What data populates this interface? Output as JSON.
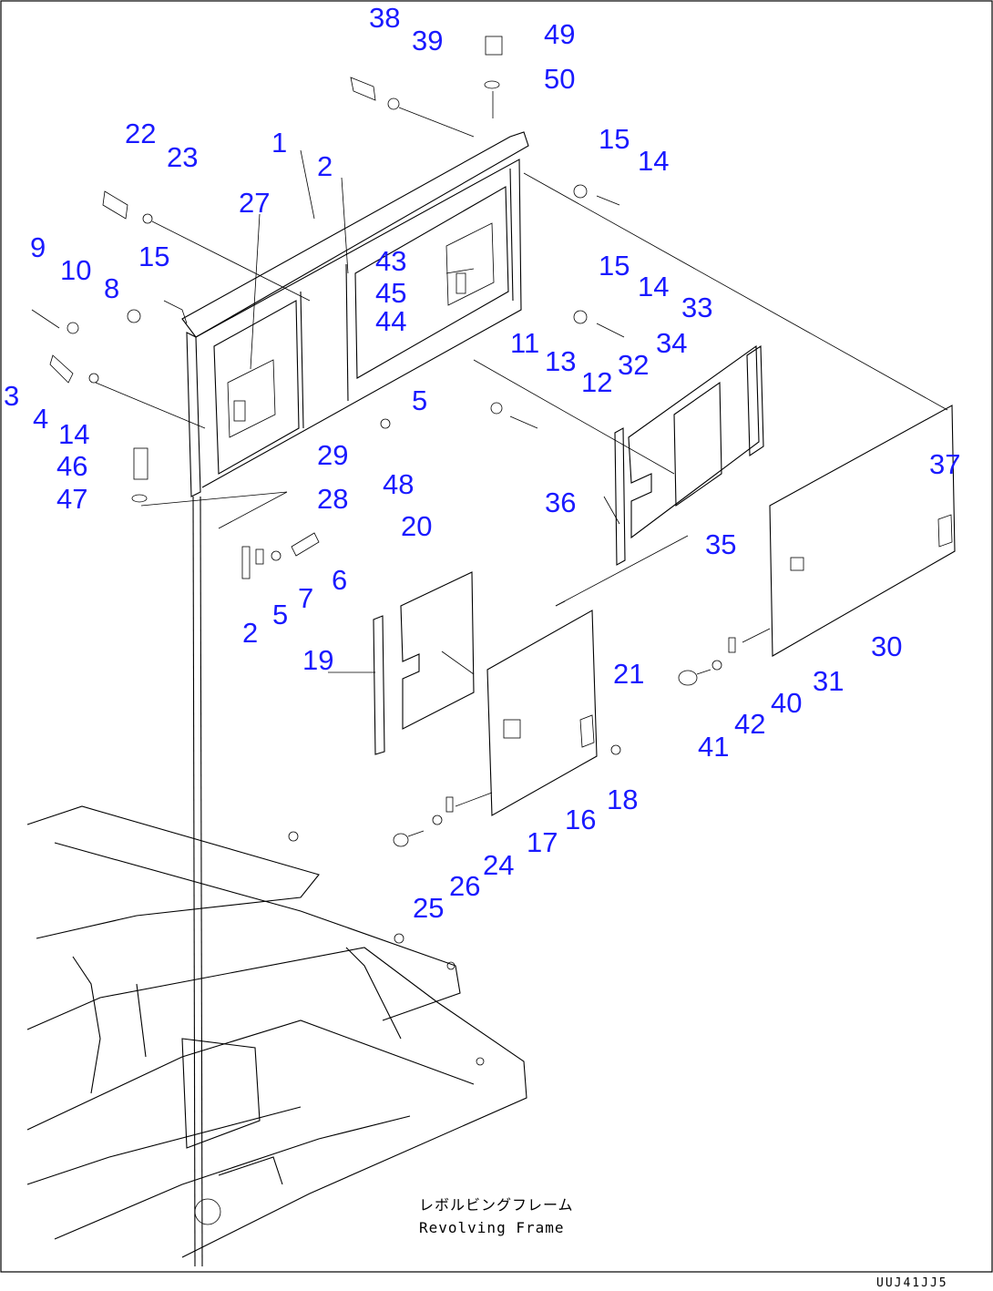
{
  "callouts": [
    {
      "id": "38",
      "text": "38"
    },
    {
      "id": "39",
      "text": "39"
    },
    {
      "id": "49",
      "text": "49"
    },
    {
      "id": "50",
      "text": "50"
    },
    {
      "id": "22",
      "text": "22"
    },
    {
      "id": "23",
      "text": "23"
    },
    {
      "id": "1",
      "text": "1"
    },
    {
      "id": "2a",
      "text": "2"
    },
    {
      "id": "15a",
      "text": "15"
    },
    {
      "id": "14a",
      "text": "14"
    },
    {
      "id": "27",
      "text": "27"
    },
    {
      "id": "9",
      "text": "9"
    },
    {
      "id": "10",
      "text": "10"
    },
    {
      "id": "8",
      "text": "8"
    },
    {
      "id": "15b",
      "text": "15"
    },
    {
      "id": "43",
      "text": "43"
    },
    {
      "id": "45",
      "text": "45"
    },
    {
      "id": "44",
      "text": "44"
    },
    {
      "id": "15c",
      "text": "15"
    },
    {
      "id": "14b",
      "text": "14"
    },
    {
      "id": "33",
      "text": "33"
    },
    {
      "id": "34",
      "text": "34"
    },
    {
      "id": "11",
      "text": "11"
    },
    {
      "id": "13",
      "text": "13"
    },
    {
      "id": "32",
      "text": "32"
    },
    {
      "id": "12",
      "text": "12"
    },
    {
      "id": "3",
      "text": "3"
    },
    {
      "id": "4",
      "text": "4"
    },
    {
      "id": "5a",
      "text": "5"
    },
    {
      "id": "14c",
      "text": "14"
    },
    {
      "id": "29",
      "text": "29"
    },
    {
      "id": "48",
      "text": "48"
    },
    {
      "id": "46",
      "text": "46"
    },
    {
      "id": "28",
      "text": "28"
    },
    {
      "id": "47",
      "text": "47"
    },
    {
      "id": "37",
      "text": "37"
    },
    {
      "id": "36",
      "text": "36"
    },
    {
      "id": "20",
      "text": "20"
    },
    {
      "id": "35",
      "text": "35"
    },
    {
      "id": "6",
      "text": "6"
    },
    {
      "id": "7",
      "text": "7"
    },
    {
      "id": "5b",
      "text": "5"
    },
    {
      "id": "2b",
      "text": "2"
    },
    {
      "id": "30",
      "text": "30"
    },
    {
      "id": "19",
      "text": "19"
    },
    {
      "id": "21",
      "text": "21"
    },
    {
      "id": "31",
      "text": "31"
    },
    {
      "id": "40",
      "text": "40"
    },
    {
      "id": "42",
      "text": "42"
    },
    {
      "id": "41",
      "text": "41"
    },
    {
      "id": "18",
      "text": "18"
    },
    {
      "id": "16",
      "text": "16"
    },
    {
      "id": "17",
      "text": "17"
    },
    {
      "id": "24",
      "text": "24"
    },
    {
      "id": "26",
      "text": "26"
    },
    {
      "id": "25",
      "text": "25"
    }
  ],
  "frame_caption_jp": "レボルビングフレーム",
  "frame_caption_en": "Revolving Frame",
  "drawing_code": "UUJ41JJ5"
}
